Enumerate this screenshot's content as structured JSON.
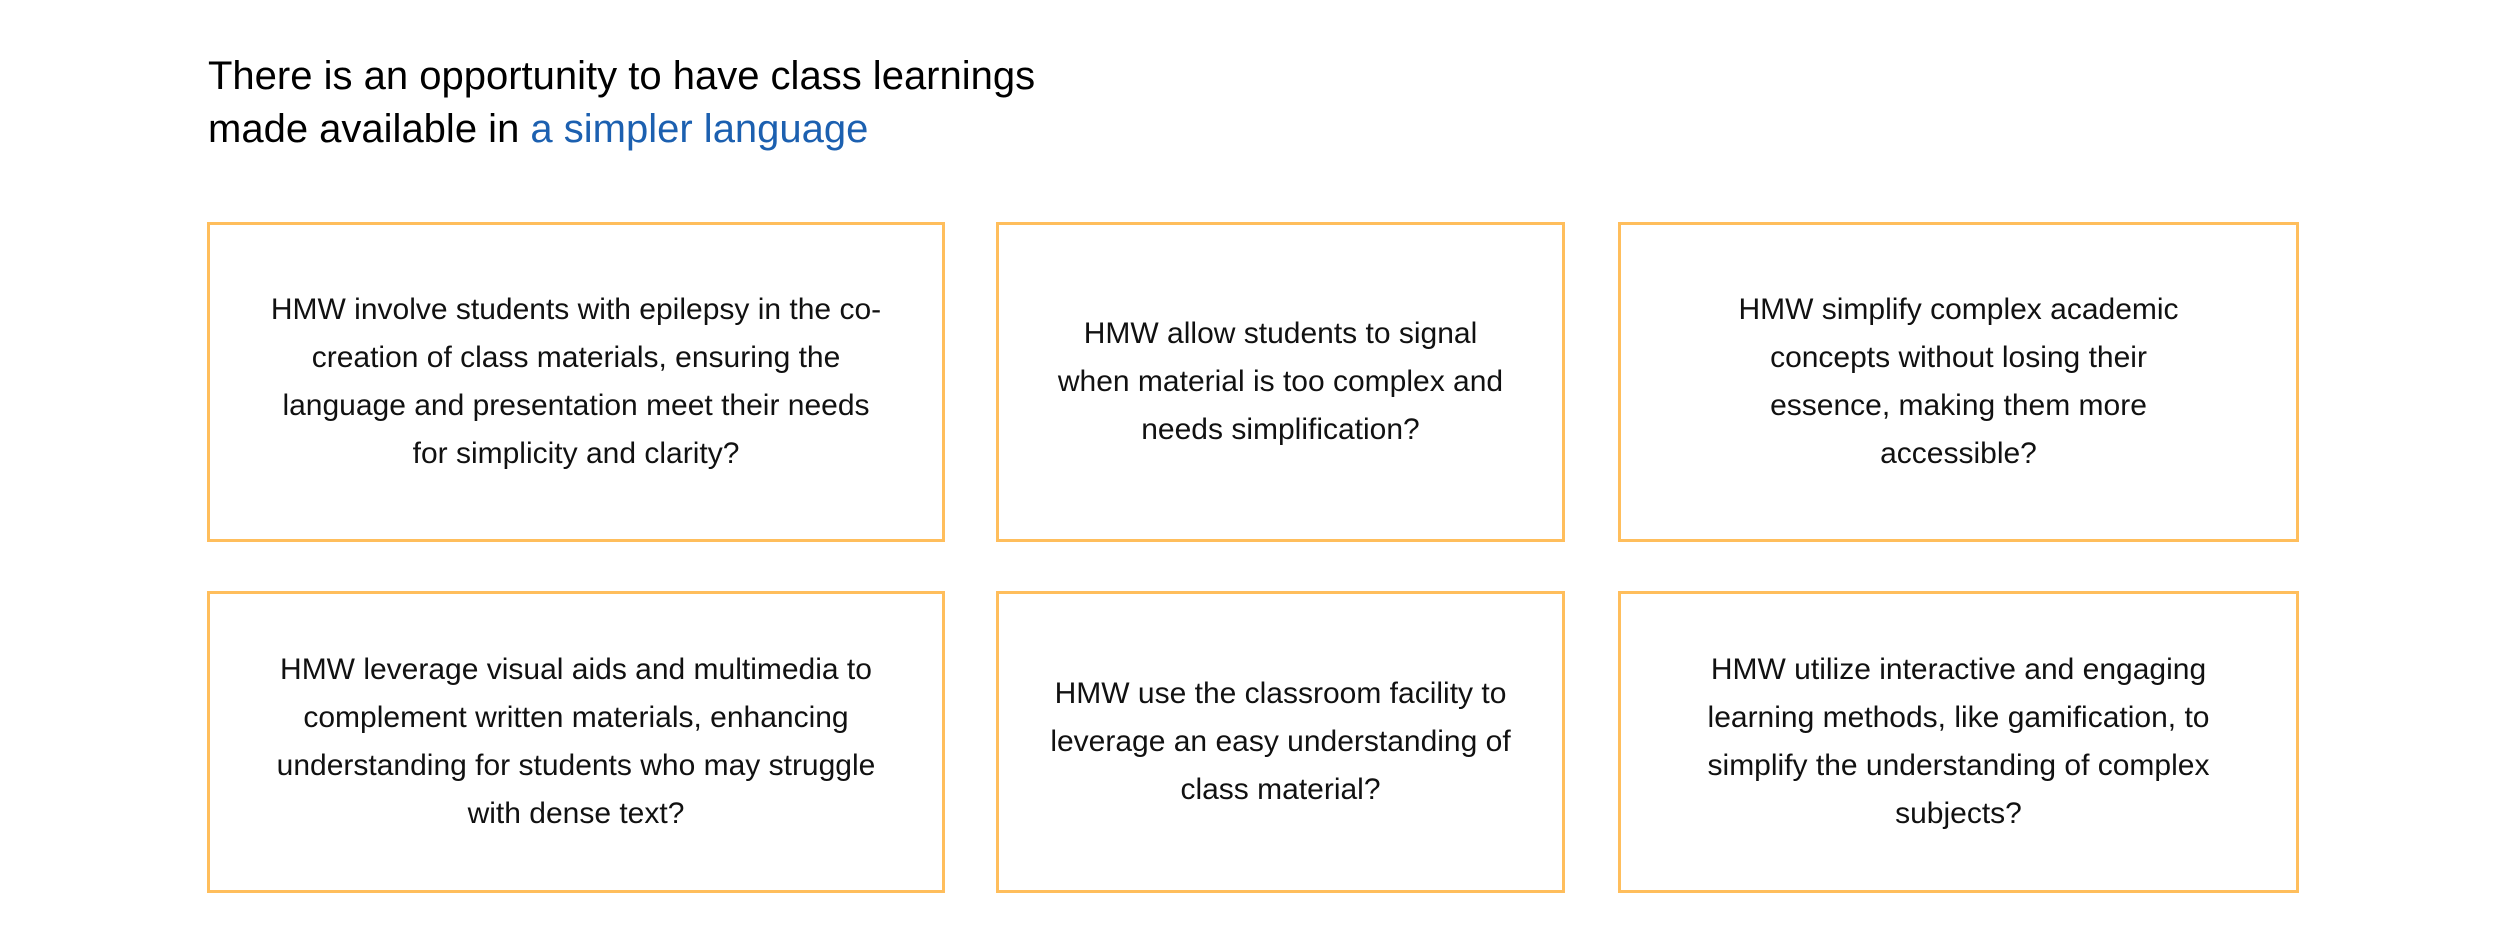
{
  "heading": {
    "line1": "There is an opportunity to have class learnings",
    "line2_prefix": "made available in ",
    "line2_highlight": "a simpler language"
  },
  "colors": {
    "accent_blue": "#1c60b0",
    "card_border": "#ffbe5c"
  },
  "cards": [
    {
      "text": "HMW involve students with epilepsy in the co-creation of class materials, ensuring the language and presentation meet their needs for simplicity and clarity?"
    },
    {
      "text": "HMW allow students to signal when material is too complex and needs simplification?"
    },
    {
      "text": "HMW simplify complex academic concepts without losing their essence, making them more accessible?"
    },
    {
      "text": "HMW leverage visual aids and multimedia to complement written materials, enhancing understanding for students who may struggle with dense text?"
    },
    {
      "text": "HMW use the classroom facility to leverage an easy understanding of class material?"
    },
    {
      "text": "HMW utilize interactive and engaging learning methods, like gamification, to simplify the understanding of complex subjects?"
    }
  ]
}
